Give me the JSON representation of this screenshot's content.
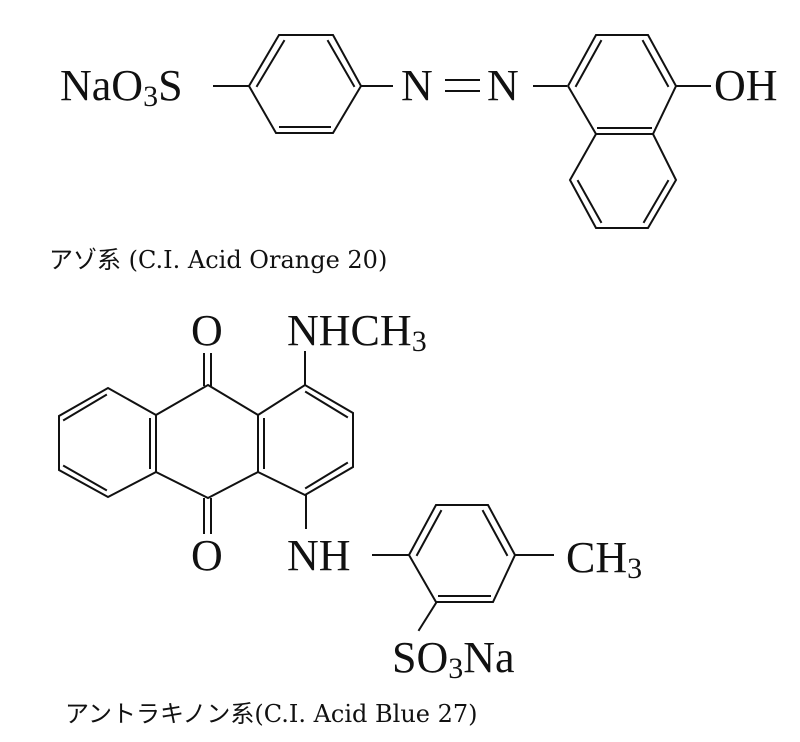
{
  "azo": {
    "left_group": "NaO",
    "left_group_sub": "3",
    "left_group_end": "S",
    "n1": "N",
    "double_bond": "=",
    "n2": "N",
    "right_group": "OH",
    "caption": "アゾ系 (C.I.  Acid  Orange  20)"
  },
  "anthraquinone": {
    "oxo_top": "O",
    "oxo_bottom": "O",
    "nhch3": "NHCH",
    "nhch3_sub": "3",
    "nh": "NH",
    "ch3": "CH",
    "ch3_sub": "3",
    "so3na_a": "SO",
    "so3na_sub": "3",
    "so3na_b": "Na",
    "caption": "アントラキノン系(C.I.  Acid  Blue  27)"
  }
}
